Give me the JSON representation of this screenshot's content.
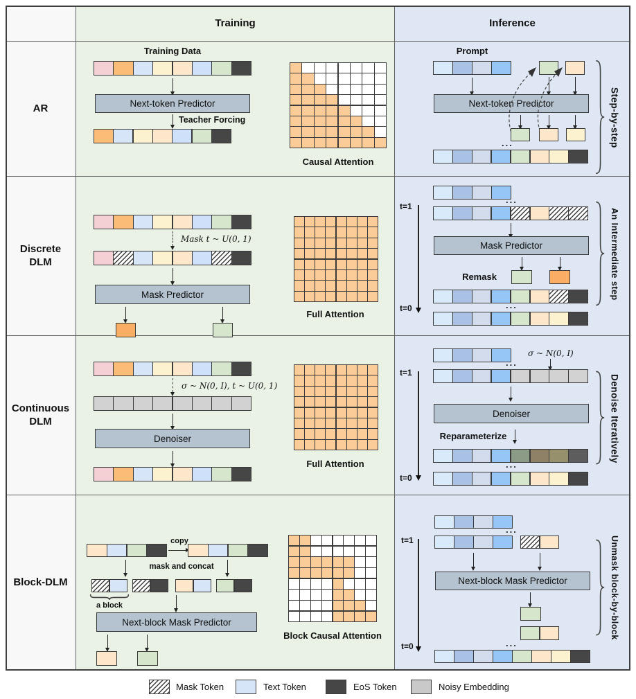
{
  "palette": {
    "pink": "#f4cfd3",
    "orange": "#fabc76",
    "lightblue": "#d7e5f8",
    "yellow": "#fdf2cf",
    "peach": "#fde7cb",
    "blue": "#cfe1fa",
    "green": "#d6e6cd",
    "dark": "#464646",
    "b1": "#d9eafb",
    "b2": "#a9c1e5",
    "b3": "#d3dcec",
    "b4": "#95c6f5",
    "gray": "#d2d2d2",
    "sage": "#8c9b85",
    "brown": "#8f8166",
    "khaki": "#97906c",
    "darkgray": "#5d5d5d",
    "remaskOrange": "#f9ae63",
    "legendGray": "#c9c9c9",
    "attn": "#fbcb98",
    "boxFill": "#b4c3cf",
    "trainingBg": "#eaf2e6",
    "inferenceBg": "#dee7f3",
    "labelBg": "#f8f8f8"
  },
  "header": {
    "training": "Training",
    "inference": "Inference"
  },
  "rowLabels": {
    "ar": "AR",
    "discrete": "Discrete\nDLM",
    "continuous": "Continuous\nDLM",
    "block": "Block-DLM"
  },
  "boxes": {
    "nextToken": "Next-token Predictor",
    "mask": "Mask Predictor",
    "denoiser": "Denoiser",
    "nextBlock": "Next-block Mask Predictor"
  },
  "labels": {
    "trainingData": "Training Data",
    "teacherForcing": "Teacher Forcing",
    "causalAttention": "Causal Attention",
    "fullAttention": "Full Attention",
    "blockCausalAttention": "Block Causal Attention",
    "prompt": "Prompt",
    "stepByStep": "Step-by-step",
    "intermediateStep": "An Intermediate step",
    "denoiseIteratively": "Denoise Iteratively",
    "unmaskBlockByBlock": "Unmask block-by-block",
    "remask": "Remask",
    "reparameterize": "Reparameterize",
    "copy": "copy",
    "maskAndConcat": "mask and concat",
    "aBlock": "a block",
    "maskMath": "Mask t ~ U(0, 1)",
    "noiseMath": "σ ~ N(0, I), t ~ U(0, 1)",
    "noiseMathShort": "σ ~ N(0, I)",
    "t1": "t=1",
    "t0": "t=0",
    "ellipsis": "..."
  },
  "strips": {
    "ar_t1": [
      "pink",
      "orange",
      "lightblue",
      "yellow",
      "peach",
      "blue",
      "green",
      "dark"
    ],
    "ar_t2": [
      "orange",
      "lightblue",
      "yellow",
      "peach",
      "blue",
      "green",
      "dark"
    ],
    "prompt": [
      "b1",
      "b2",
      "b3",
      "b4"
    ],
    "gen_green": [
      "green"
    ],
    "gen_peach": [
      "peach"
    ],
    "gen_yellow": [
      "yellow"
    ],
    "final8": [
      "b1",
      "b2",
      "b3",
      "b4",
      "green",
      "peach",
      "yellow",
      "dark"
    ],
    "d_masked": [
      "pink",
      "mask",
      "lightblue",
      "yellow",
      "peach",
      "blue",
      "mask",
      "dark"
    ],
    "d_out_orange": [
      "remaskOrange"
    ],
    "di_masked": [
      "b1",
      "b2",
      "b3",
      "b4",
      "mask",
      "peach",
      "mask",
      "mask"
    ],
    "di_partial": [
      "b1",
      "b2",
      "b3",
      "b4",
      "green",
      "peach",
      "mask",
      "dark"
    ],
    "gray8": [
      "gray",
      "gray",
      "gray",
      "gray",
      "gray",
      "gray",
      "gray",
      "gray"
    ],
    "ci_half": [
      "b1",
      "b2",
      "b3",
      "b4",
      "gray",
      "gray",
      "gray",
      "gray"
    ],
    "ci_noisy": [
      "b1",
      "b2",
      "b3",
      "b4",
      "sage",
      "brown",
      "khaki",
      "darkgray"
    ],
    "b_t1": [
      "peach",
      "lightblue",
      "green",
      "dark"
    ],
    "b_block_m1": [
      "mask",
      "lightblue"
    ],
    "b_block_m2": [
      "mask",
      "dark"
    ],
    "b_block_c1": [
      "peach",
      "lightblue"
    ],
    "b_block_c2": [
      "green",
      "dark"
    ],
    "bi_in_block": [
      "mask",
      "peach"
    ],
    "bi_out_block": [
      "green",
      "peach"
    ],
    "legend_mask": [
      "mask"
    ],
    "legend_text": [
      "lightblue"
    ],
    "legend_eos": [
      "dark"
    ],
    "legend_noisy": [
      "legendGray"
    ]
  },
  "grids": {
    "causal": [
      [
        1,
        0,
        0,
        0,
        0,
        0,
        0,
        0
      ],
      [
        1,
        1,
        0,
        0,
        0,
        0,
        0,
        0
      ],
      [
        1,
        1,
        1,
        0,
        0,
        0,
        0,
        0
      ],
      [
        1,
        1,
        1,
        1,
        0,
        0,
        0,
        0
      ],
      [
        1,
        1,
        1,
        1,
        1,
        0,
        0,
        0
      ],
      [
        1,
        1,
        1,
        1,
        1,
        1,
        0,
        0
      ],
      [
        1,
        1,
        1,
        1,
        1,
        1,
        1,
        0
      ],
      [
        1,
        1,
        1,
        1,
        1,
        1,
        1,
        1
      ]
    ],
    "full": [
      [
        1,
        1,
        1,
        1,
        1,
        1,
        1,
        1
      ],
      [
        1,
        1,
        1,
        1,
        1,
        1,
        1,
        1
      ],
      [
        1,
        1,
        1,
        1,
        1,
        1,
        1,
        1
      ],
      [
        1,
        1,
        1,
        1,
        1,
        1,
        1,
        1
      ],
      [
        1,
        1,
        1,
        1,
        1,
        1,
        1,
        1
      ],
      [
        1,
        1,
        1,
        1,
        1,
        1,
        1,
        1
      ],
      [
        1,
        1,
        1,
        1,
        1,
        1,
        1,
        1
      ],
      [
        1,
        1,
        1,
        1,
        1,
        1,
        1,
        1
      ]
    ],
    "blockCausal": [
      [
        1,
        1,
        0,
        0,
        0,
        0,
        0,
        0
      ],
      [
        1,
        1,
        0,
        0,
        0,
        0,
        0,
        0
      ],
      [
        1,
        1,
        1,
        1,
        1,
        1,
        0,
        0
      ],
      [
        1,
        1,
        1,
        1,
        1,
        1,
        0,
        0
      ],
      [
        0,
        0,
        0,
        0,
        1,
        0,
        0,
        0
      ],
      [
        0,
        0,
        0,
        0,
        1,
        1,
        0,
        0
      ],
      [
        0,
        0,
        0,
        0,
        1,
        1,
        1,
        0
      ],
      [
        0,
        0,
        0,
        0,
        1,
        1,
        1,
        1
      ]
    ]
  },
  "legend": {
    "mask": "Mask Token",
    "text": "Text Token",
    "eos": "EoS Token",
    "noisy": "Noisy Embedding"
  }
}
